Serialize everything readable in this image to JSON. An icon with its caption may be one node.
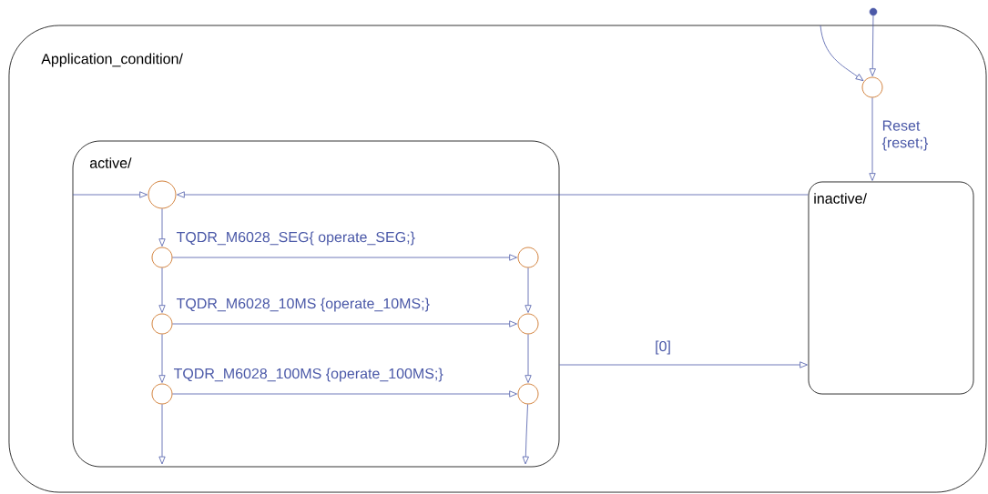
{
  "diagram": {
    "nodes": [
      {
        "text": [
          "Application_condition/"
        ]
      },
      {
        "text": [
          "active/"
        ],
        "in": 0
      },
      {
        "text": [
          "inactive/"
        ],
        "in": 0
      },
      {
        "text": [],
        "shape": "circle"
      },
      {
        "text": [],
        "shape": "circle",
        "in": 0
      },
      {
        "text": [],
        "shape": "circle",
        "in": 1
      },
      {
        "text": [],
        "shape": "circle",
        "in": 1
      },
      {
        "text": [],
        "shape": "circle",
        "in": 1
      },
      {
        "text": [],
        "shape": "circle",
        "in": 1
      },
      {
        "text": [],
        "shape": "circle",
        "in": 1
      },
      {
        "text": [],
        "shape": "circle",
        "in": 1
      },
      {
        "text": [],
        "shape": "circle",
        "in": 1
      }
    ],
    "edges": [
      {
        "from": 3,
        "to": 4,
        "arrow": "to"
      },
      {
        "from": null,
        "to": 4,
        "arrow": "to"
      },
      {
        "from": 4,
        "to": 2,
        "arrow": "to",
        "label": "Reset {reset;}"
      },
      {
        "from": 2,
        "to": 5,
        "arrow": "to"
      },
      {
        "from": null,
        "to": 5,
        "arrow": "to"
      },
      {
        "from": 5,
        "to": 6,
        "arrow": "to"
      },
      {
        "from": 6,
        "to": 7,
        "arrow": "to",
        "label": "TQDR_M6028_SEG{ operate_SEG;}"
      },
      {
        "from": 6,
        "to": 8,
        "arrow": "to"
      },
      {
        "from": 7,
        "to": 9,
        "arrow": "to"
      },
      {
        "from": 8,
        "to": 9,
        "arrow": "to",
        "label": "TQDR_M6028_10MS {operate_10MS;}"
      },
      {
        "from": 8,
        "to": 10,
        "arrow": "to"
      },
      {
        "from": 9,
        "to": 11,
        "arrow": "to"
      },
      {
        "from": 10,
        "to": 11,
        "arrow": "to",
        "label": "TQDR_M6028_100MS {operate_100MS;}"
      },
      {
        "from": 10,
        "to": null,
        "arrow": "to"
      },
      {
        "from": 11,
        "to": null,
        "arrow": "to"
      },
      {
        "from": 1,
        "to": 2,
        "arrow": "to",
        "label": "[0]"
      }
    ]
  }
}
